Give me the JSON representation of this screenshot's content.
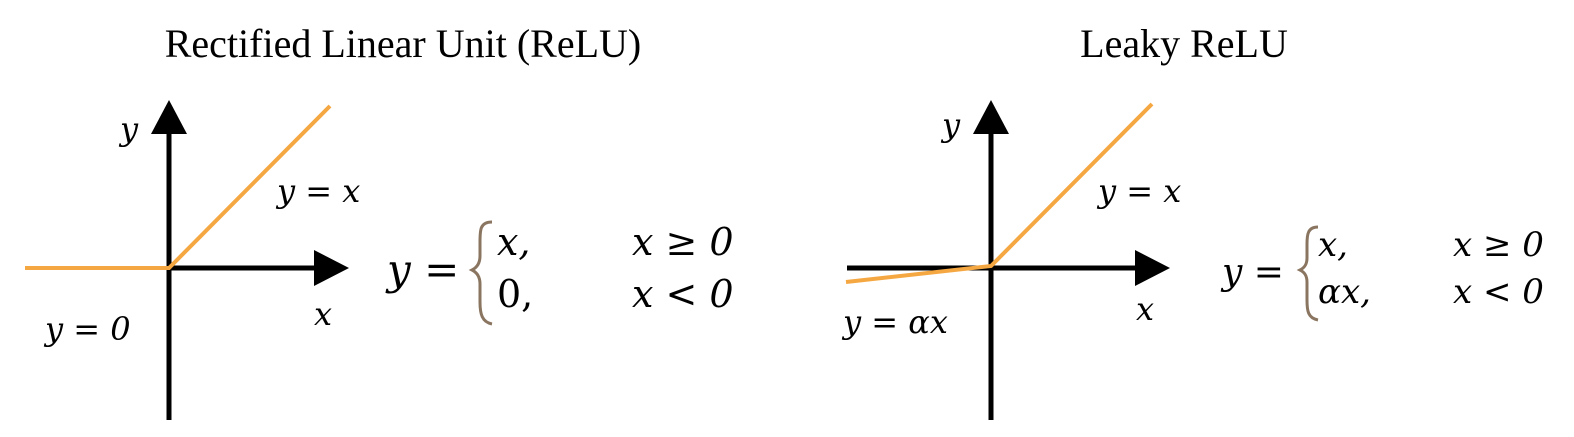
{
  "colors": {
    "curve": "#f5a742",
    "axis": "#000000",
    "brace": "#8a7560"
  },
  "relu": {
    "title": "Rectified Linear Unit (ReLU)",
    "axis_x": "x",
    "axis_y": "y",
    "label_pos": "y = x",
    "label_neg": "y = 0",
    "formula_lhs": "y =",
    "case1_value": "x,",
    "case1_cond": "x ≥ 0",
    "case2_value": "0,",
    "case2_cond": "x < 0"
  },
  "leaky": {
    "title": "Leaky ReLU",
    "axis_x": "x",
    "axis_y": "y",
    "label_pos": "y = x",
    "label_neg": "y = αx",
    "formula_lhs": "y =",
    "case1_value": "x,",
    "case1_cond": "x ≥ 0",
    "case2_value": "αx,",
    "case2_cond": "x < 0"
  }
}
